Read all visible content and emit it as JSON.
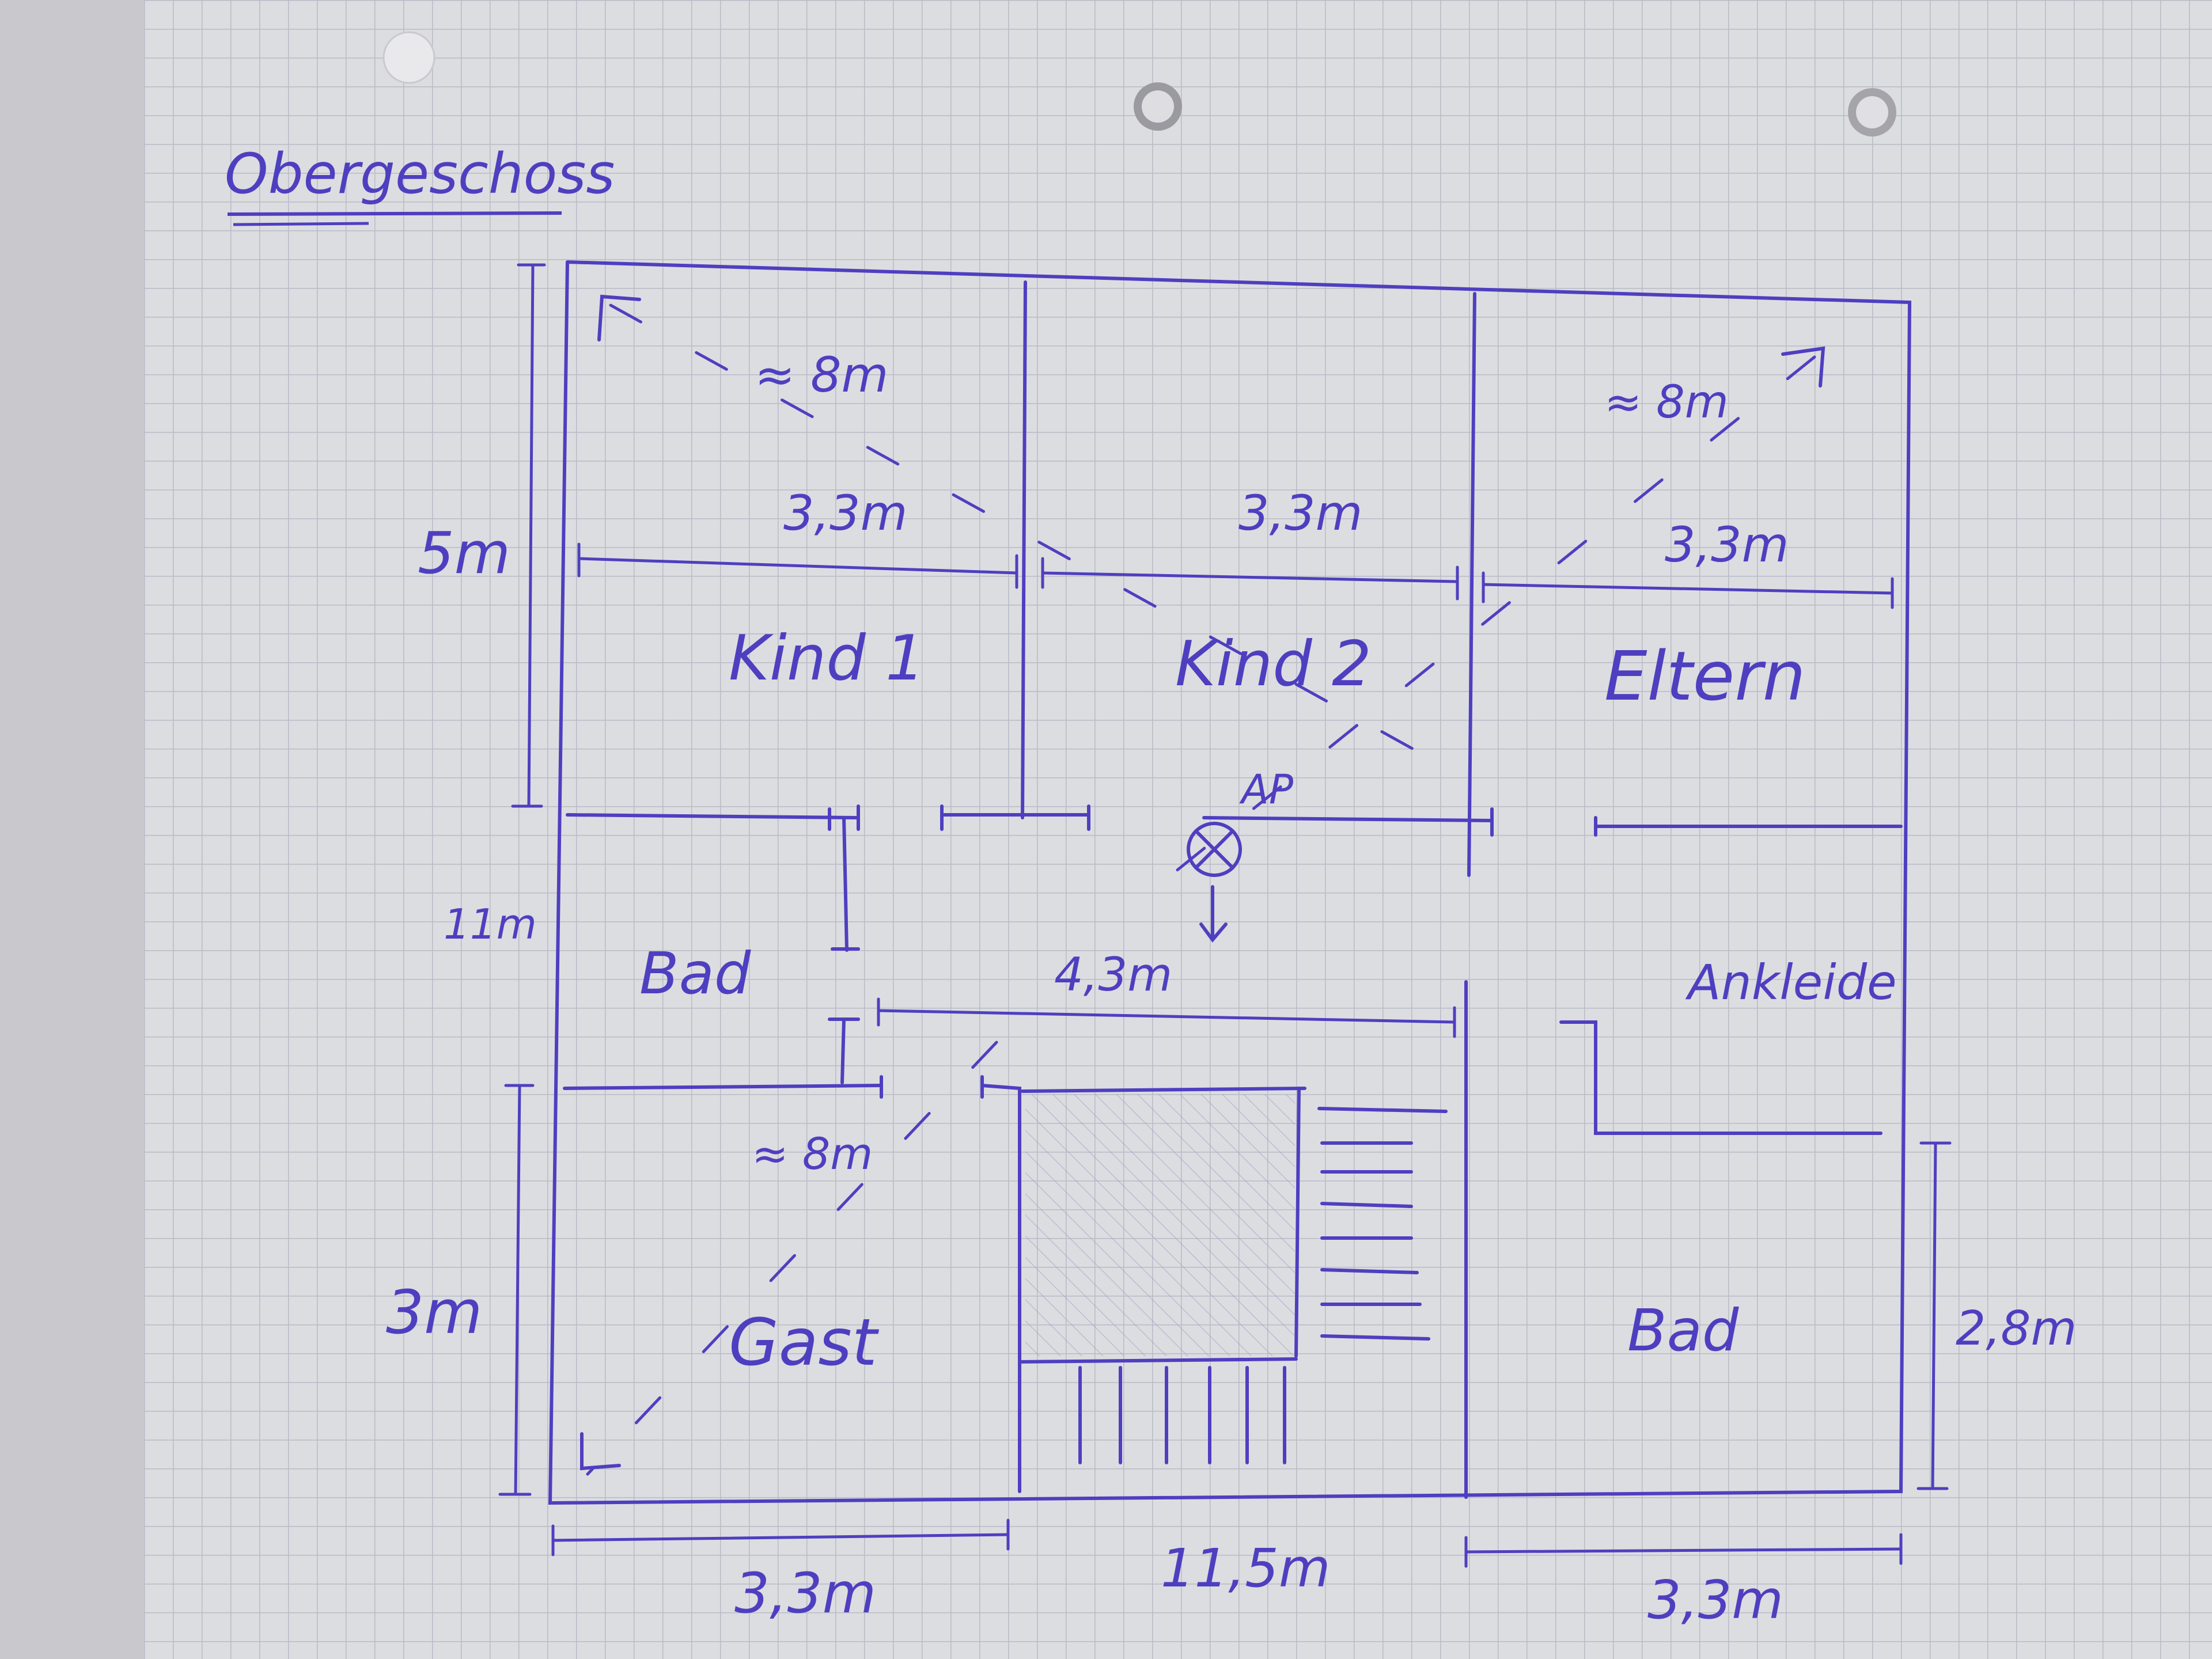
{
  "title": "Obergeschoss",
  "colors": {
    "ink": "#4e3fc0",
    "paper": "#dcdde0",
    "grid": "#b9bcc6"
  },
  "rooms": {
    "kind1": "Kind 1",
    "kind2": "Kind 2",
    "eltern": "Eltern",
    "bad_top": "Bad",
    "ankleide": "Ankleide",
    "gast": "Gast",
    "bad_bottom": "Bad"
  },
  "symbols": {
    "ap": "AP"
  },
  "dimensions": {
    "kind1_width": "3,3m",
    "kind2_width": "3,3m",
    "eltern_width": "3,3m",
    "diag_kind1": "≈ 8m",
    "diag_eltern": "≈ 8m",
    "diag_gast": "≈ 8m",
    "hall_width": "4,3m",
    "height_top": "5m",
    "height_total": "11m",
    "height_gast": "3m",
    "height_bad_right": "2,8m",
    "bottom_left": "3,3m",
    "bottom_total": "11,5m",
    "bottom_right": "3,3m"
  }
}
